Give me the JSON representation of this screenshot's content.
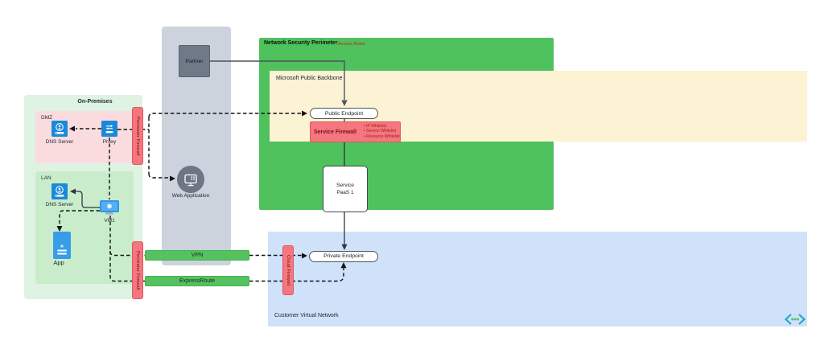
{
  "diagram": {
    "on_premises": {
      "label": "On-Premises",
      "dmz_label": "DMZ",
      "lan_label": "LAN"
    },
    "nodes": {
      "partner": "Partner",
      "web_application": "Web Application",
      "dns_server_dmz": "DNS Server",
      "proxy": "Proxy",
      "dns_server_lan": "DNS Server",
      "vm1": "VM1",
      "app": "App",
      "public_endpoint": "Public Endpoint",
      "private_endpoint": "Private Endpoint",
      "service_paas": {
        "line1": "Service",
        "line2": "PaaS 1"
      }
    },
    "perimeter": {
      "title": "Network Security Perimeter",
      "access_rules": "• Access Rules"
    },
    "backbone": {
      "label": "Microsoft Public Backbone"
    },
    "vnet": {
      "label": "Customer Virtual Network"
    },
    "firewalls": {
      "perimeter_top": "Perimeter Firewall",
      "perimeter_bottom": "Perimeter Firewall",
      "cloud": "Cloud Firewall",
      "service": {
        "label": "Service Firewall",
        "rules": [
          "• IP Whitelist",
          "• Service Whitelist",
          "• Resource Whitelist"
        ]
      }
    },
    "links": {
      "vpn": "VPN",
      "expressroute": "ExpressRoute"
    }
  },
  "colors": {
    "on_premises_bg": "#def3e2",
    "dmz_bg": "#fadcdf",
    "lan_bg": "#c9edcb",
    "gray_band_bg": "#cdd3dd",
    "partner_bg": "#6f7987",
    "nsp_green": "#4fc15d",
    "backbone_beige": "#fcf2d4",
    "vnet_blue": "#cfe2f9",
    "firewall_red": "#f4767e",
    "link_green": "#55c15f",
    "icon_blue": "#1b89d8"
  }
}
